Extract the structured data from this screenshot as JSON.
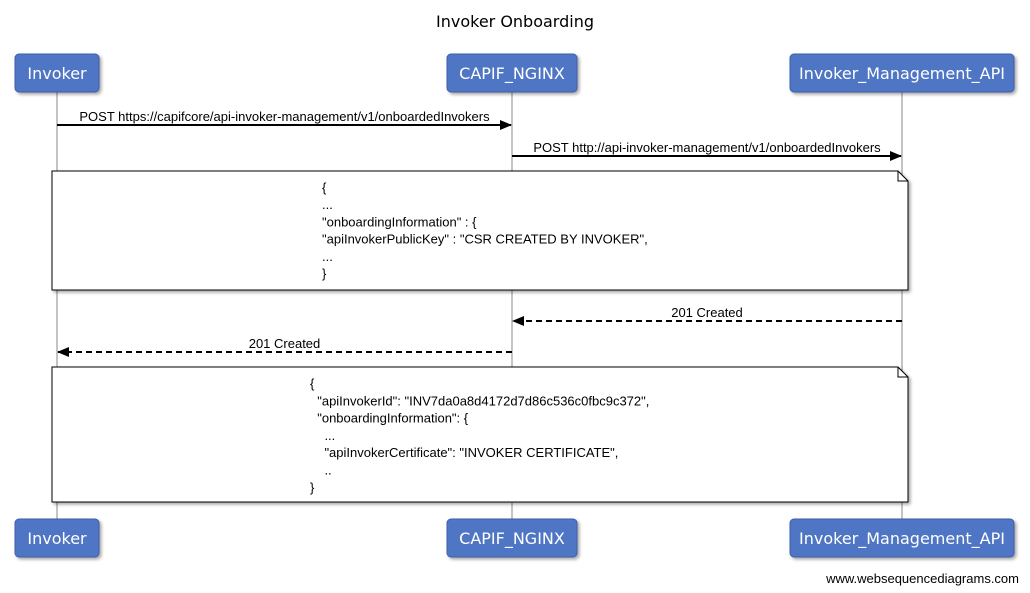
{
  "title": "Invoker Onboarding",
  "participants": [
    "Invoker",
    "CAPIF_NGINX",
    "Invoker_Management_API"
  ],
  "messages": [
    {
      "from": "Invoker",
      "to": "CAPIF_NGINX",
      "text": "POST https://capifcore/api-invoker-management/v1/onboardedInvokers",
      "style": "solid"
    },
    {
      "from": "CAPIF_NGINX",
      "to": "Invoker_Management_API",
      "text": "POST http://api-invoker-management/v1/onboardedInvokers",
      "style": "solid"
    },
    {
      "from": "Invoker_Management_API",
      "to": "CAPIF_NGINX",
      "text": "201 Created",
      "style": "dashed"
    },
    {
      "from": "CAPIF_NGINX",
      "to": "Invoker",
      "text": "201 Created",
      "style": "dashed"
    }
  ],
  "notes": [
    {
      "lines": [
        "{",
        "...",
        "\"onboardingInformation\" : {",
        "\"apiInvokerPublicKey\" : \"CSR CREATED BY INVOKER\",",
        "...",
        "}"
      ]
    },
    {
      "lines": [
        "{",
        "  \"apiInvokerId\": \"INV7da0a8d4172d7d86c536c0fbc9c372\",",
        "  \"onboardingInformation\": {",
        "    ...",
        "    \"apiInvokerCertificate\": \"INVOKER CERTIFICATE\",",
        "    ..",
        "}"
      ]
    }
  ],
  "footer": "www.websequencediagrams.com",
  "colors": {
    "actor_fill": "#4f76c4",
    "actor_border": "#3c5fa6",
    "line": "#000000",
    "lifeline": "#888888",
    "note_fill": "#ffffff"
  }
}
